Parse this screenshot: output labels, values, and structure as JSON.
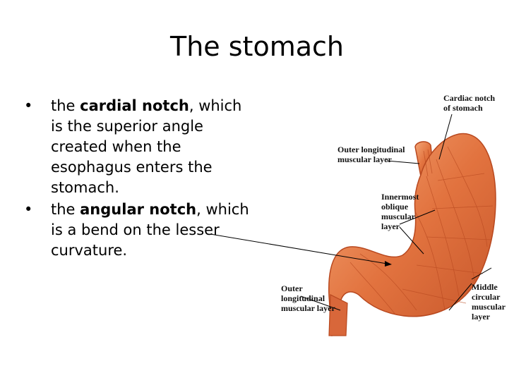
{
  "slide": {
    "title": "The stomach",
    "bullets": [
      {
        "pre": "the ",
        "bold": "cardial notch",
        "post": ", which is the superior angle created when the esophagus enters the stomach."
      },
      {
        "pre": "the ",
        "bold": "angular notch",
        "post": ", which is a bend on the lesser curvature."
      }
    ],
    "bullet_symbol": "•"
  },
  "figure": {
    "labels": {
      "cardiac_1": "Cardiac notch",
      "cardiac_2": "of stomach",
      "olml_1": "Outer longitudinal",
      "olml_2": "muscular layer",
      "inner_1": "Innermost",
      "inner_2": "oblique",
      "inner_3": "muscular",
      "inner_4": "layer",
      "outer_1": "Outer",
      "outer_2": "longitudinal",
      "outer_3": "muscular layer",
      "middle_1": "Middle",
      "middle_2": "circular",
      "middle_3": "muscular",
      "middle_4": "layer"
    },
    "colors": {
      "muscle": "#e2733f",
      "muscle_dark": "#b8481f",
      "muscle_light": "#f4a777"
    }
  }
}
